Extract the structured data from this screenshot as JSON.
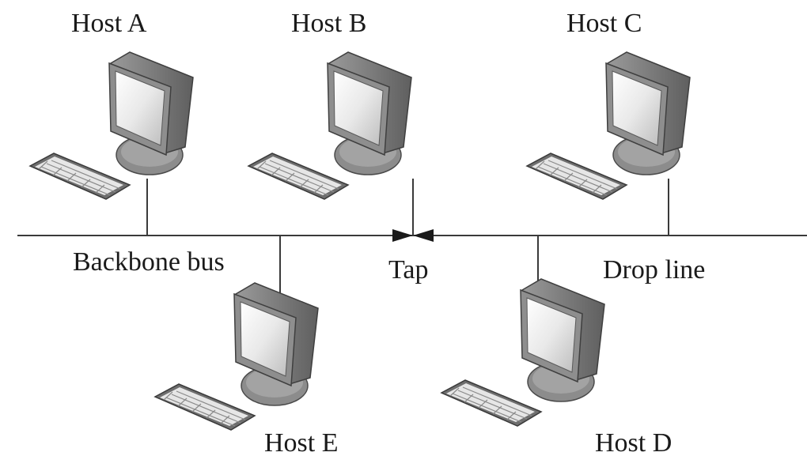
{
  "hosts": {
    "a": {
      "label": "Host A",
      "icon": "computer-icon"
    },
    "b": {
      "label": "Host B",
      "icon": "computer-icon"
    },
    "c": {
      "label": "Host C",
      "icon": "computer-icon"
    },
    "d": {
      "label": "Host D",
      "icon": "computer-icon"
    },
    "e": {
      "label": "Host E",
      "icon": "computer-icon"
    }
  },
  "labels": {
    "backbone": "Backbone bus",
    "tap": "Tap",
    "drop_line": "Drop line"
  },
  "colors": {
    "line": "#3a3a3a",
    "monitor_frame": "#7a7a7a",
    "screen": "#e8e8e8",
    "base": "#8a8a8a"
  }
}
